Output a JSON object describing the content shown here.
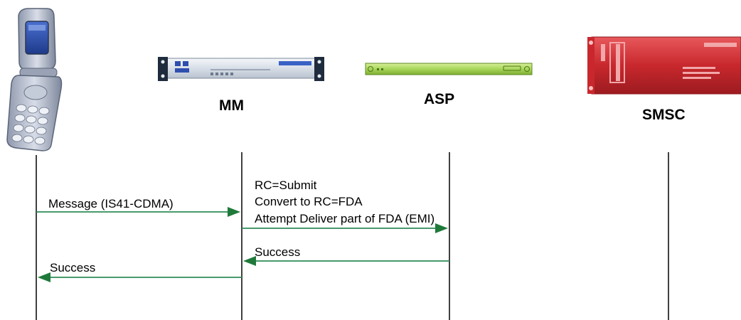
{
  "entities": [
    {
      "id": "phone",
      "label": "",
      "icon": "flip-phone-icon"
    },
    {
      "id": "mm",
      "label": "MM",
      "icon": "rack-server-icon"
    },
    {
      "id": "asp",
      "label": "ASP",
      "icon": "green-server-icon"
    },
    {
      "id": "smsc",
      "label": "SMSC",
      "icon": "red-server-icon"
    }
  ],
  "messages": [
    {
      "from": "phone",
      "to": "mm",
      "lines": [
        "Message (IS41-CDMA)"
      ]
    },
    {
      "from": "mm",
      "to": "asp",
      "lines": [
        "RC=Submit",
        "Convert to RC=FDA",
        "Attempt Deliver part of FDA (EMI)"
      ]
    },
    {
      "from": "asp",
      "to": "mm",
      "lines": [
        "Success"
      ]
    },
    {
      "from": "mm",
      "to": "phone",
      "lines": [
        "Success"
      ]
    }
  ],
  "colors": {
    "lifeline": "#000000",
    "arrow": "#2e8b57",
    "arrowhead": "#1f7a3a",
    "asp_device": "#a8d65a",
    "smsc_device": "#c8282d",
    "mm_device": "#dfe6ee"
  }
}
